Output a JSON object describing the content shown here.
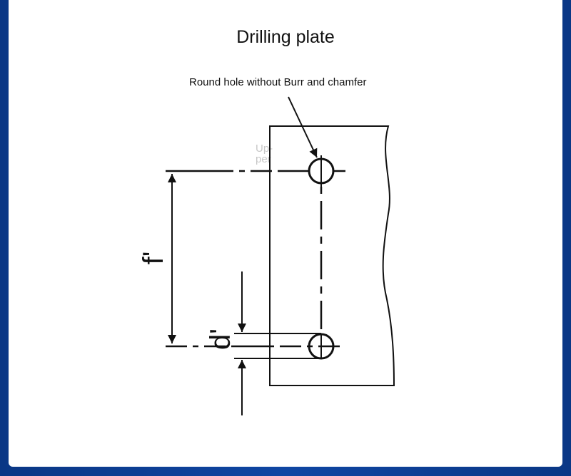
{
  "title": "Drilling plate",
  "callout": "Round hole without Burr and chamfer",
  "upper_label": {
    "line1": "Up-",
    "line2": "per"
  },
  "dimensions": {
    "f": "f'",
    "d": "d'"
  },
  "colors": {
    "border": "#0b3a8c",
    "ink": "#111111",
    "panel": "#ffffff",
    "faded_text": "#c8c8c8"
  }
}
